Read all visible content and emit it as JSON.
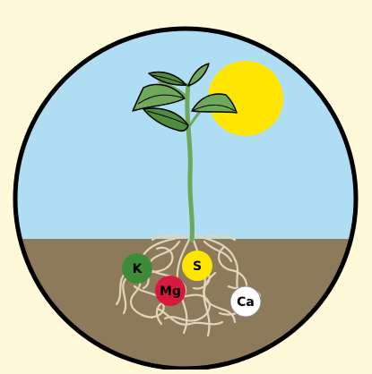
{
  "scene": {
    "colors": {
      "background": "#FFF8D9",
      "sky": "#AEDDF4",
      "soil": "#8C7A5B",
      "border": "#000000",
      "sun": "#FFE600",
      "leaf": "#6FA85A",
      "leaf_dark": "#4E8C3E",
      "stem": "#6FA85A",
      "roots": "#E3D5B8"
    },
    "nutrients": [
      {
        "label": "K",
        "color": "#3D8B37",
        "text_color": "#000000"
      },
      {
        "label": "S",
        "color": "#FFE600",
        "text_color": "#000000"
      },
      {
        "label": "Mg",
        "color": "#D7193F",
        "text_color": "#000000"
      },
      {
        "label": "Ca",
        "color": "#FFFFFF",
        "text_color": "#000000"
      }
    ]
  }
}
